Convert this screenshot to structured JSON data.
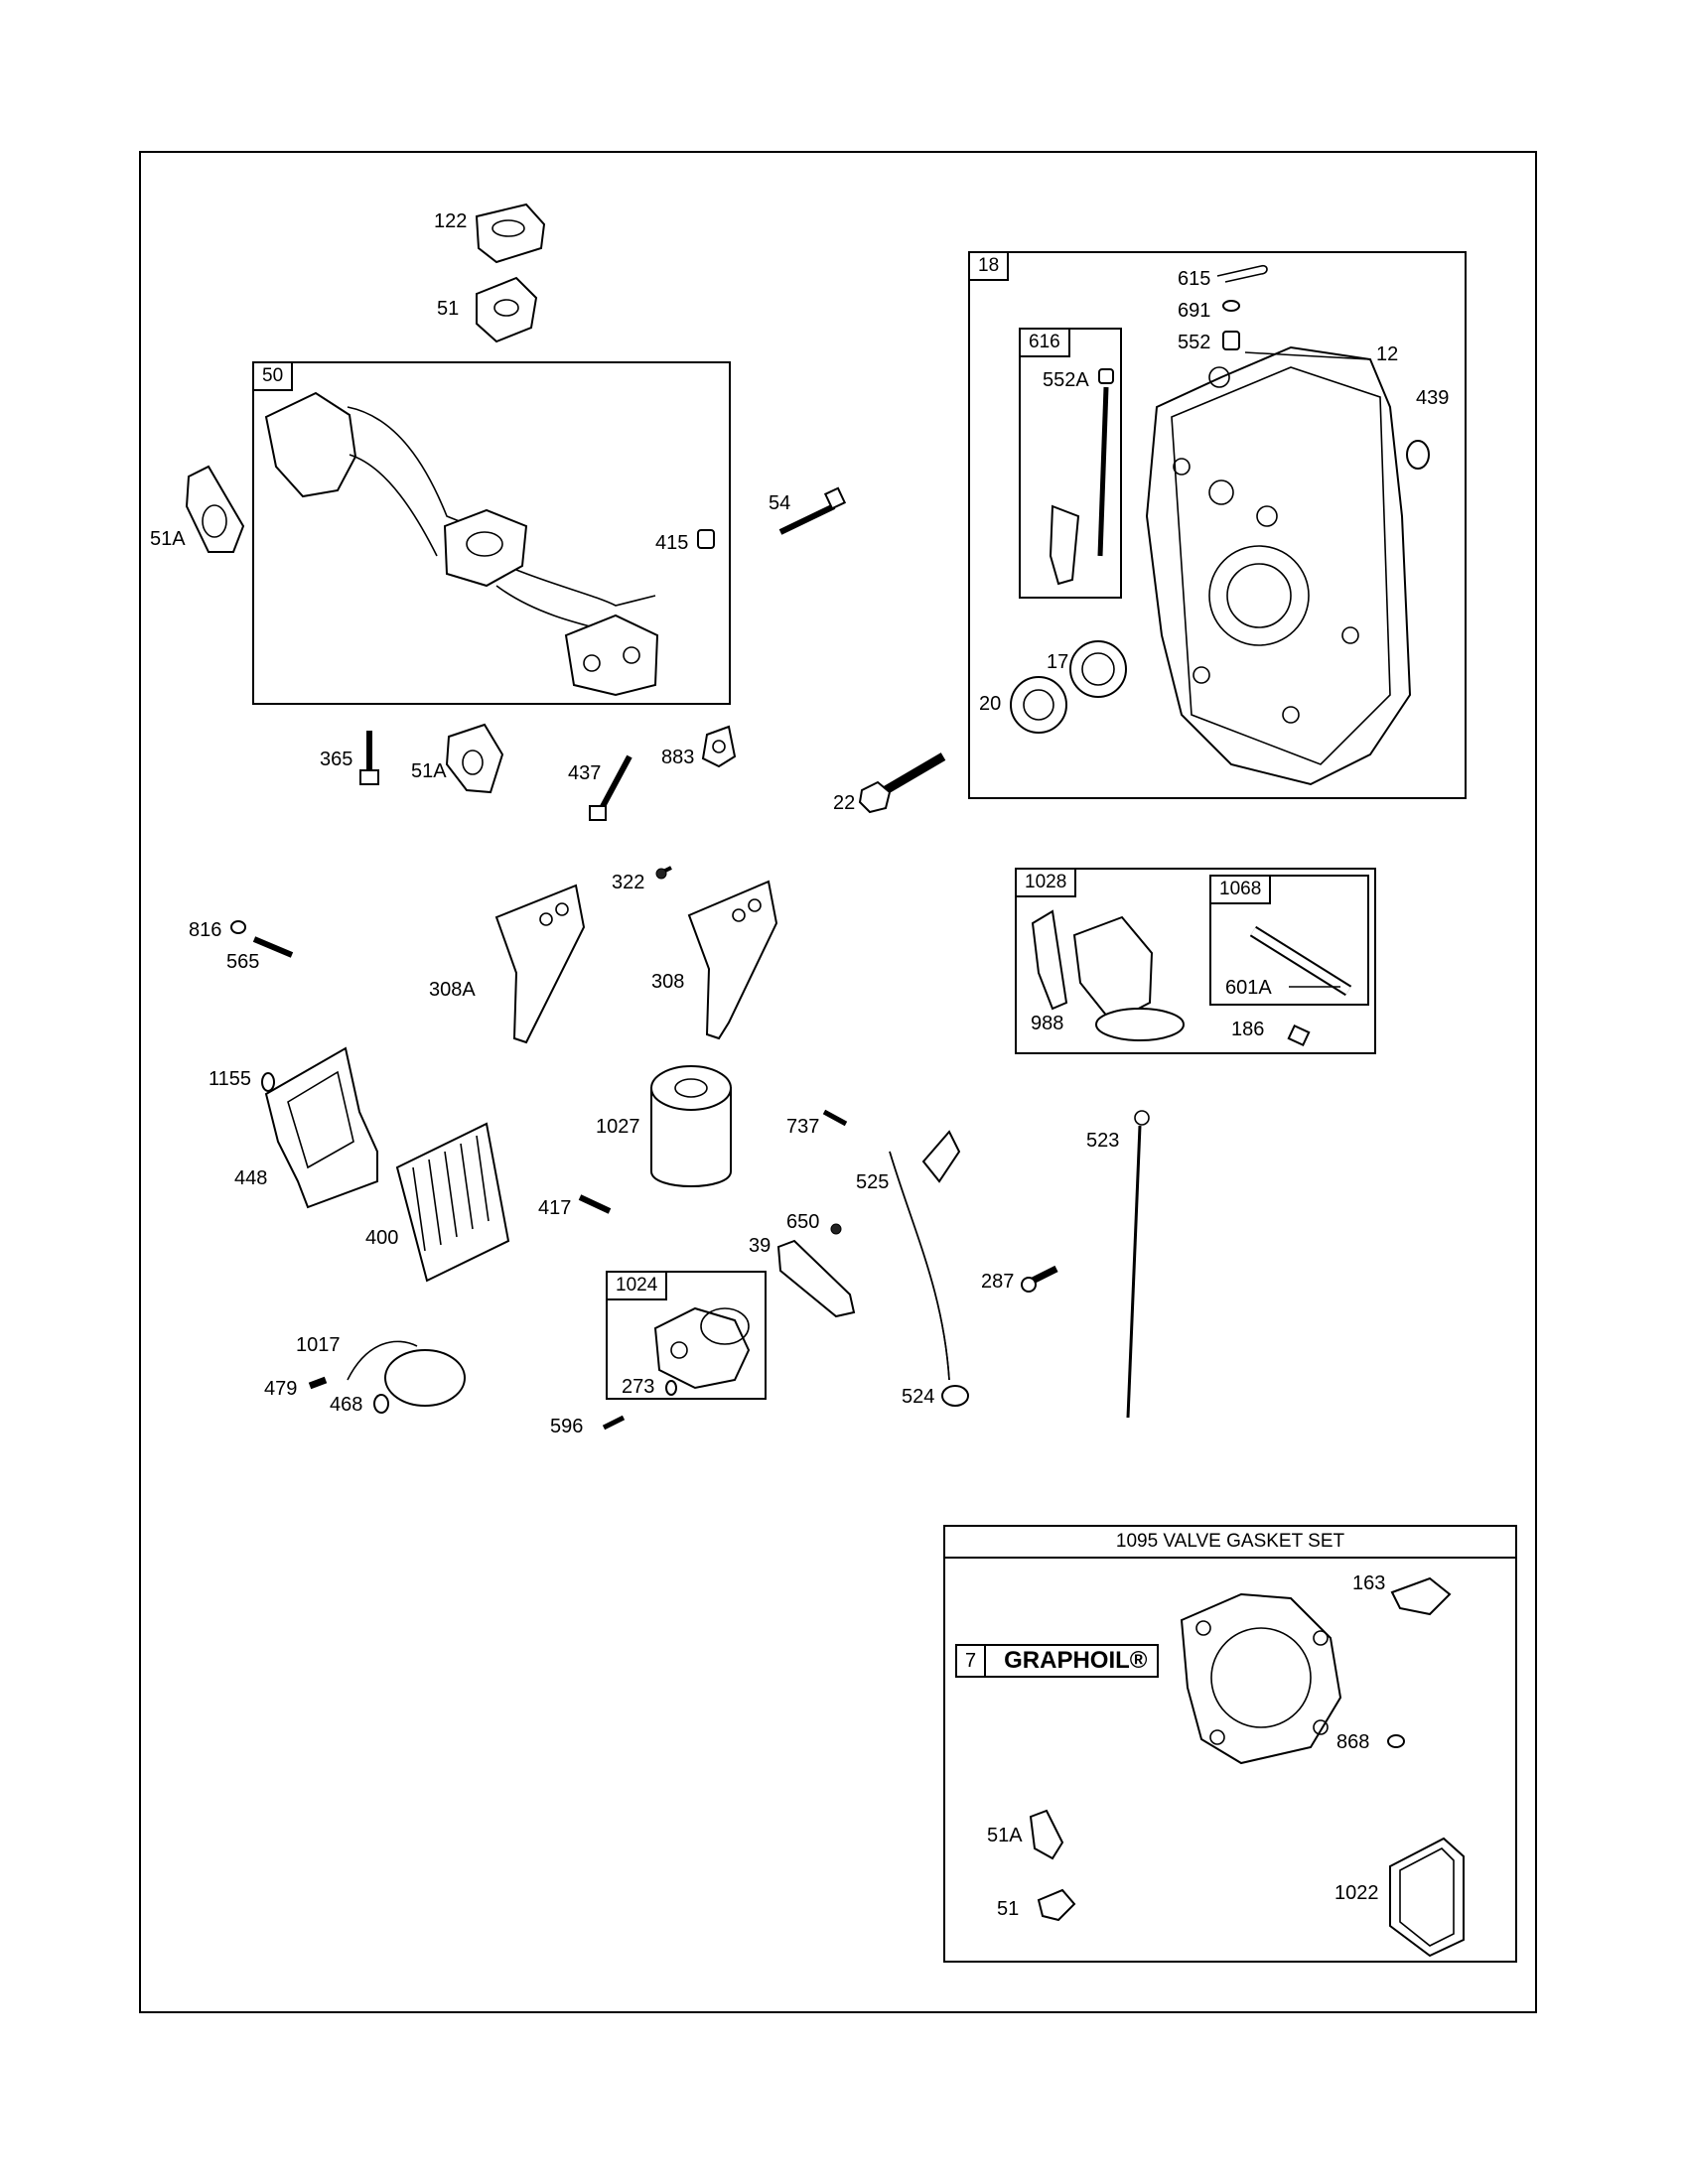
{
  "groups": {
    "g50": "50",
    "g18": "18",
    "g616": "616",
    "g1028": "1028",
    "g1068": "1068",
    "g1024": "1024"
  },
  "valve_gasket_set": {
    "title": "1095 VALVE GASKET SET",
    "graphoil_number": "7",
    "graphoil_text": "GRAPHOIL®",
    "labels": {
      "p163": "163",
      "p868": "868",
      "p51A": "51A",
      "p51": "51",
      "p1022": "1022"
    }
  },
  "labels": {
    "p122": "122",
    "p51_top": "51",
    "p51A_left": "51A",
    "p415": "415",
    "p54": "54",
    "p365": "365",
    "p51A_mid": "51A",
    "p437": "437",
    "p883": "883",
    "p22": "22",
    "p615": "615",
    "p691": "691",
    "p552": "552",
    "p12": "12",
    "p439": "439",
    "p552A": "552A",
    "p17": "17",
    "p20": "20",
    "p322": "322",
    "p816": "816",
    "p565": "565",
    "p308A": "308A",
    "p308": "308",
    "p988": "988",
    "p601A": "601A",
    "p186": "186",
    "p1155": "1155",
    "p448": "448",
    "p400": "400",
    "p1027": "1027",
    "p417": "417",
    "p737": "737",
    "p525": "525",
    "p523": "523",
    "p650": "650",
    "p39": "39",
    "p287": "287",
    "p1017": "1017",
    "p479": "479",
    "p468": "468",
    "p273": "273",
    "p596": "596",
    "p524": "524"
  }
}
